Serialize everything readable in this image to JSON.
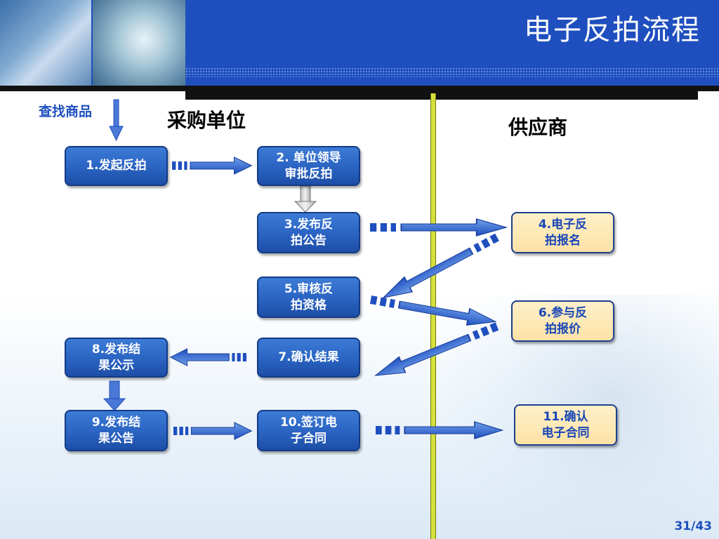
{
  "slide": {
    "title": "电子反拍流程",
    "page_number": "31/43"
  },
  "lanes": {
    "buyer_label": "采购单位",
    "supplier_label": "供应商"
  },
  "search_label": "查找商品",
  "nodes": {
    "n1": "1.发起反拍",
    "n2": "2. 单位领导\n审批反拍",
    "n3": "3.发布反\n拍公告",
    "n4": "4.电子反\n拍报名",
    "n5": "5.审核反\n拍资格",
    "n6": "6.参与反\n拍报价",
    "n7": "7.确认结果",
    "n8": "8.发布结\n果公示",
    "n9": "9.发布结\n果公告",
    "n10": "10.签订电\n子合同",
    "n11": "11.确认\n电子合同"
  },
  "colors": {
    "header_blue": "#1f4fbf",
    "buyer_node": "#2a63c2",
    "supplier_node": "#fde2a6",
    "divider": "#d6e03a"
  }
}
